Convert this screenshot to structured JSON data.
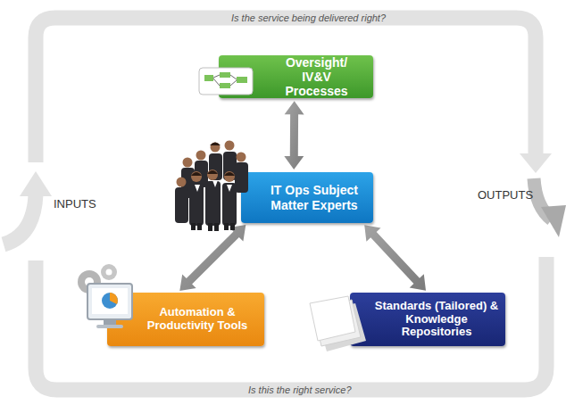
{
  "diagram": {
    "nodes": [
      {
        "text": [
          "Oversight/ IV&V Processes"
        ]
      },
      {
        "text": [
          "IT Ops Subject Matter Experts"
        ]
      },
      {
        "text": [
          "Automation & Productivity Tools"
        ]
      },
      {
        "text": [
          "Standards (Tailored) & Knowledge Repositories"
        ]
      }
    ],
    "edges": [
      {
        "from": 0,
        "to": 1,
        "arrow": "both"
      },
      {
        "from": 1,
        "to": 2,
        "arrow": "both"
      },
      {
        "from": 1,
        "to": 3,
        "arrow": "both"
      }
    ],
    "labels": [
      "Is the service being delivered right?",
      "INPUTS",
      "OUTPUTS",
      "Is this the right service?"
    ]
  }
}
